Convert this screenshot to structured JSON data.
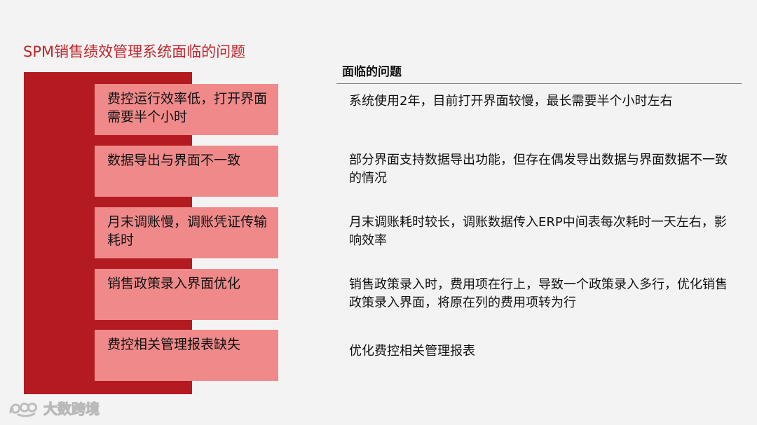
{
  "slide": {
    "title": "SPM销售绩效管理系统面临的问题",
    "section_heading": "面临的问题",
    "problems": [
      {
        "label": "费控运行效率低，打开界面需要半个小时"
      },
      {
        "label": "数据导出与界面不一致"
      },
      {
        "label": "月末调账慢，调账凭证传输耗时"
      },
      {
        "label": "销售政策录入界面优化"
      },
      {
        "label": "费控相关管理报表缺失"
      }
    ],
    "descriptions": [
      {
        "text": "系统使用2年，目前打开界面较慢，最长需要半个小时左右"
      },
      {
        "text": "部分界面支持数据导出功能，但存在偶发导出数据与界面数据不一致的情况"
      },
      {
        "text": "月末调账耗时较长，调账数据传入ERP中间表每次耗时一天左右，影响效率"
      },
      {
        "text": "销售政策录入时，费用项在行上，导致一个政策录入多行，优化销售政策录入界面，将原在列的费用项转为行"
      },
      {
        "text": "优化费控相关管理报表"
      }
    ],
    "watermark": {
      "text": "大数跨境",
      "icon": "watermark-logo-icon"
    },
    "colors": {
      "title": "#c0272d",
      "bar": "#b31b20",
      "box": "#f08a8a",
      "background": "#f3f3f3"
    }
  }
}
